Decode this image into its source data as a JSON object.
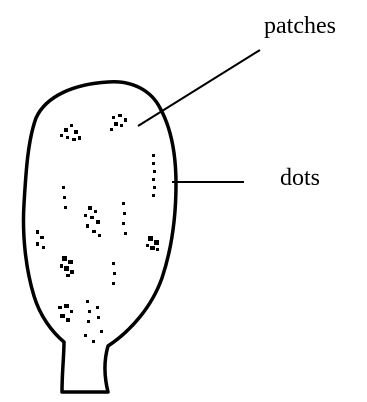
{
  "diagram": {
    "labels": {
      "patches": "patches",
      "dots": "dots"
    },
    "specimen": {
      "patch_count": 7,
      "dot_count": 24
    },
    "colors": {
      "ink": "#000000",
      "background": "#ffffff"
    }
  }
}
